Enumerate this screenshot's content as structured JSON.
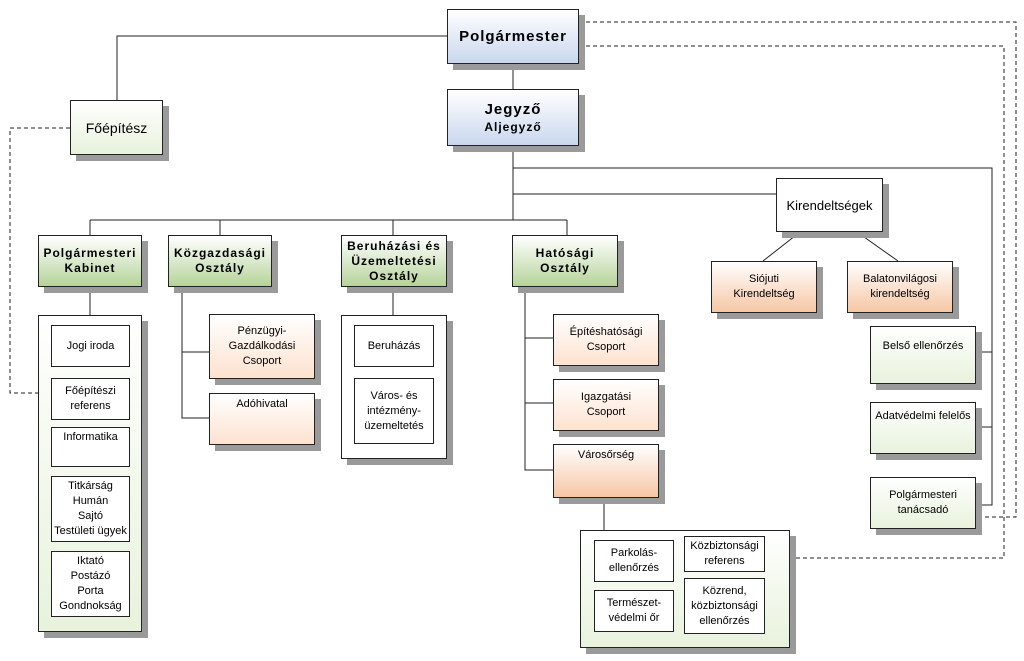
{
  "top": {
    "mayor": "Polgármester",
    "chief_architect": "Főépítész",
    "notary": "Jegyző",
    "deputy_notary": "Aljegyző",
    "branches": "Kirendeltségek"
  },
  "departments": {
    "cabinet": "Polgármesteri\nKabinet",
    "economic": "Közgazdasági\nOsztály",
    "investment": "Beruházási és\nÜzemeltetési\nOsztály",
    "authority": "Hatósági\nOsztály"
  },
  "cabinet_units": [
    "Jogi iroda",
    "Főépítészi\nreferens",
    "Informatika",
    "Titkárság\nHumán\nSajtó\nTestületi ügyek",
    "Iktató\nPostázó\nPorta\nGondnokság"
  ],
  "economic_units": [
    "Pénzügyi-\nGazdálkodási\nCsoport",
    "Adóhivatal"
  ],
  "investment_units": [
    "Beruházás",
    "Város- és\nintézmény-\nüzemeltetés"
  ],
  "authority_units": [
    "Építéshatósági\nCsoport",
    "Igazgatási\nCsoport",
    "Városőrség"
  ],
  "branch_units": [
    "Siójuti\nKirendeltség",
    "Balatonvilágosi\nkirendeltség"
  ],
  "staff_units": [
    "Belső ellenőrzés",
    "Adatvédelmi felelős",
    "Polgármesteri\ntanácsadó"
  ],
  "guard_units": [
    "Parkolás-\nellenőrzés",
    "Természet-\nvédelmi őr",
    "Közbiztonsági\nreferens",
    "Közrend,\nközbiztonsági\nellenőrzés"
  ],
  "colors": {
    "leadership": "#c9d7ee",
    "department": "#b6d39a",
    "group": "#f6c6a4",
    "staff": "#e8f2dc",
    "shadow": "#9a9a9a"
  }
}
